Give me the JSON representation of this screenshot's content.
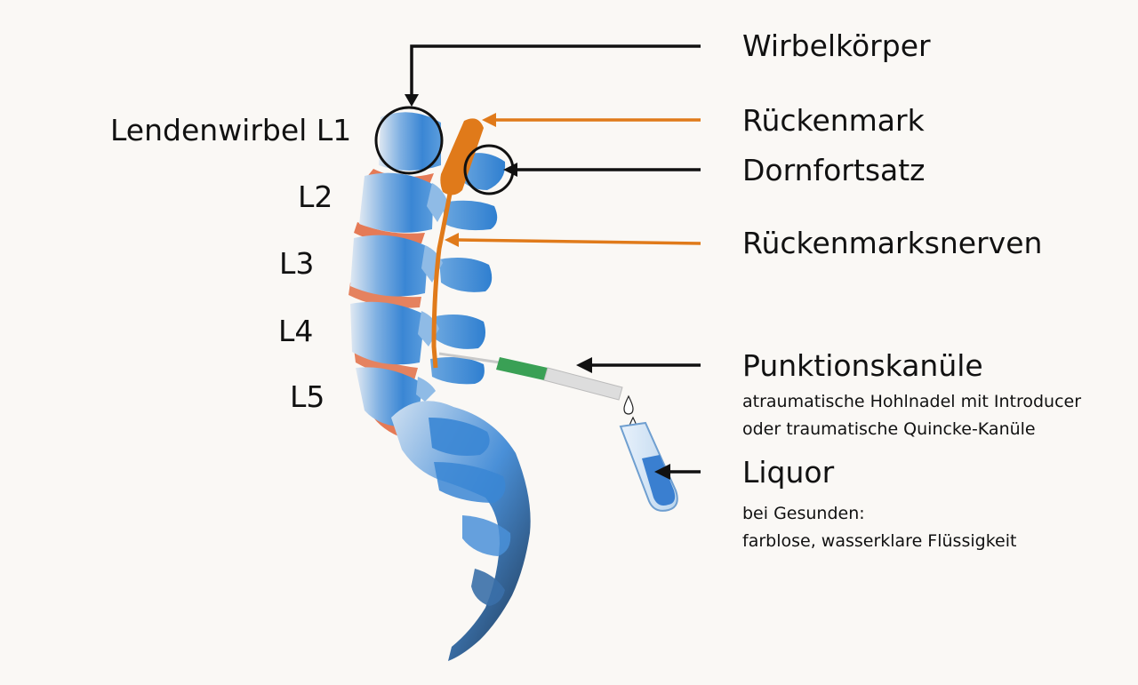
{
  "vertebra_labels": {
    "l1": "Lendenwirbel L1",
    "l2": "L2",
    "l3": "L3",
    "l4": "L4",
    "l5": "L5"
  },
  "callouts": {
    "wirbelkoerper": {
      "title": "Wirbelkörper"
    },
    "rueckenmark": {
      "title": "Rückenmark"
    },
    "dornfortsatz": {
      "title": "Dornfortsatz"
    },
    "rueckenmarksnerven": {
      "title": "Rückenmarksnerven"
    },
    "punktionskanuele": {
      "title": "Punktionskanüle",
      "line1": "atraumatische Hohlnadel mit Introducer",
      "line2": "oder traumatische Quincke-Kanüle"
    },
    "liquor": {
      "title": "Liquor",
      "line1": "bei Gesunden:",
      "line2": "farblose, wasserklare Flüssigkeit"
    }
  },
  "colors": {
    "background": "#faf8f5",
    "bone_blue": "#3a86d4",
    "bone_light": "#bcd6ee",
    "spinal_cord_orange": "#e07a1a",
    "disc_red": "#e0643a",
    "needle_green": "#3aa055",
    "pointer_black": "#111111",
    "pointer_orange": "#e07a1a"
  }
}
